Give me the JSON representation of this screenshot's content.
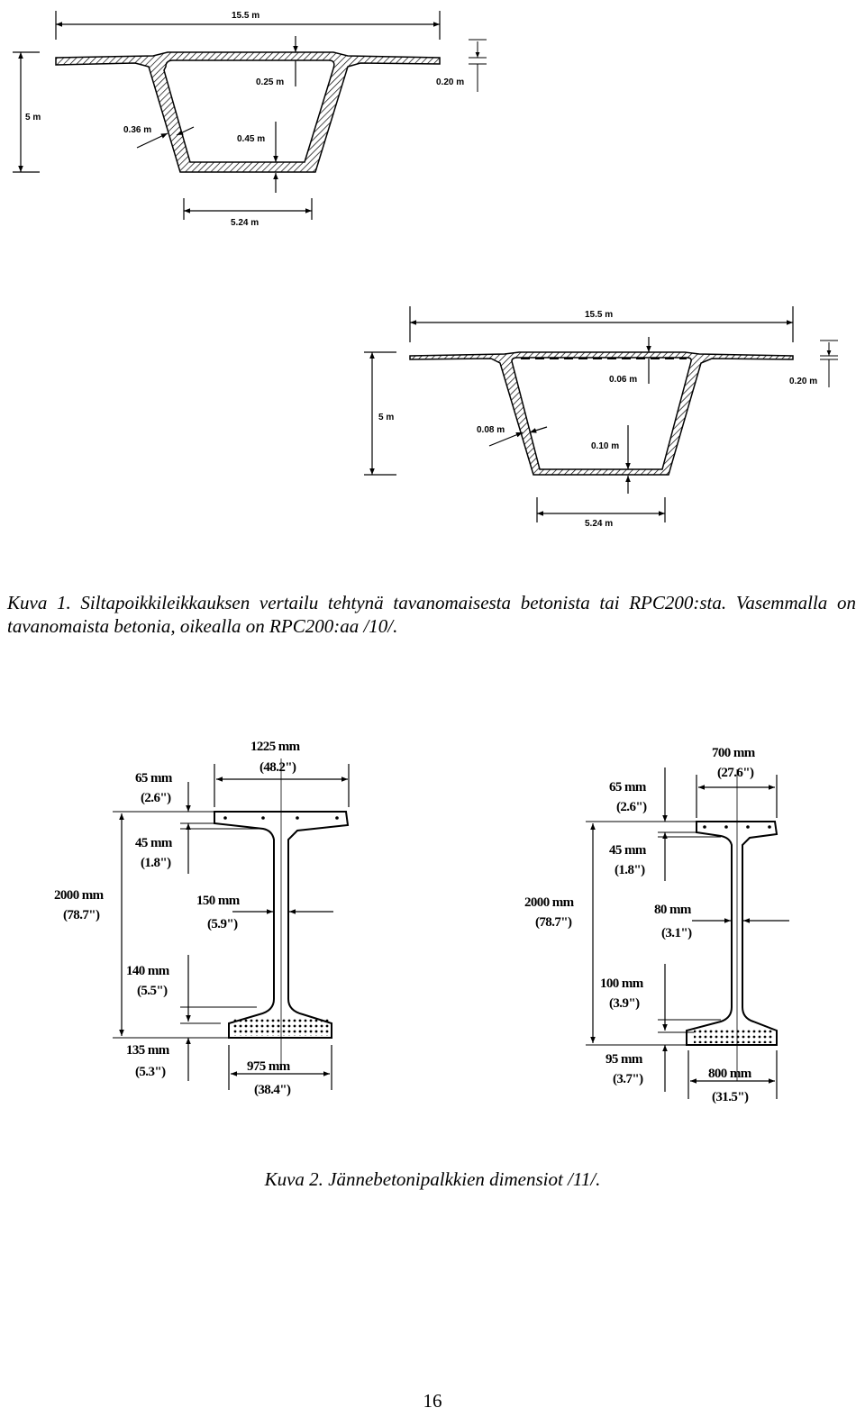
{
  "figure1": {
    "conventional": {
      "top_width": "15.5 m",
      "height": "5 m",
      "deck_thickness": "0.25 m",
      "flange_edge": "0.20 m",
      "web_thickness": "0.36 m",
      "bottom_thickness": "0.45 m",
      "bottom_width": "5.24 m"
    },
    "rpc": {
      "top_width": "15.5 m",
      "height": "5 m",
      "deck_thickness": "0.06 m",
      "flange_edge": "0.20 m",
      "web_thickness": "0.08 m",
      "bottom_thickness": "0.10 m",
      "bottom_width": "5.24 m"
    },
    "caption": "Kuva 1. Siltapoikkileikkauksen vertailu tehtynä tavanomaisesta betonista tai RPC200:sta. Vasemmalla on tavanomaista betonia, oikealla on RPC200:aa /10/."
  },
  "figure2": {
    "left_beam": {
      "top_flange_width": "1225 mm",
      "top_flange_width_in": "(48.2\")",
      "top_flange_thickness": "65 mm",
      "top_flange_thickness_in": "(2.6\")",
      "haunch_top": "45 mm",
      "haunch_top_in": "(1.8\")",
      "height": "2000 mm",
      "height_in": "(78.7\")",
      "web_thickness": "150 mm",
      "web_thickness_in": "(5.9\")",
      "haunch_bottom": "140 mm",
      "haunch_bottom_in": "(5.5\")",
      "bottom_flange_thickness": "135 mm",
      "bottom_flange_thickness_in": "(5.3\")",
      "bottom_flange_width": "975 mm",
      "bottom_flange_width_in": "(38.4\")"
    },
    "right_beam": {
      "top_flange_width": "700 mm",
      "top_flange_width_in": "(27.6\")",
      "top_flange_thickness": "65 mm",
      "top_flange_thickness_in": "(2.6\")",
      "haunch_top": "45 mm",
      "haunch_top_in": "(1.8\")",
      "height": "2000 mm",
      "height_in": "(78.7\")",
      "web_thickness": "80 mm",
      "web_thickness_in": "(3.1\")",
      "haunch_bottom": "100 mm",
      "haunch_bottom_in": "(3.9\")",
      "bottom_flange_thickness": "95 mm",
      "bottom_flange_thickness_in": "(3.7\")",
      "bottom_flange_width": "800 mm",
      "bottom_flange_width_in": "(31.5\")"
    },
    "caption": "Kuva 2. Jännebetonipalkkien dimensiot /11/."
  },
  "page_number": "16"
}
